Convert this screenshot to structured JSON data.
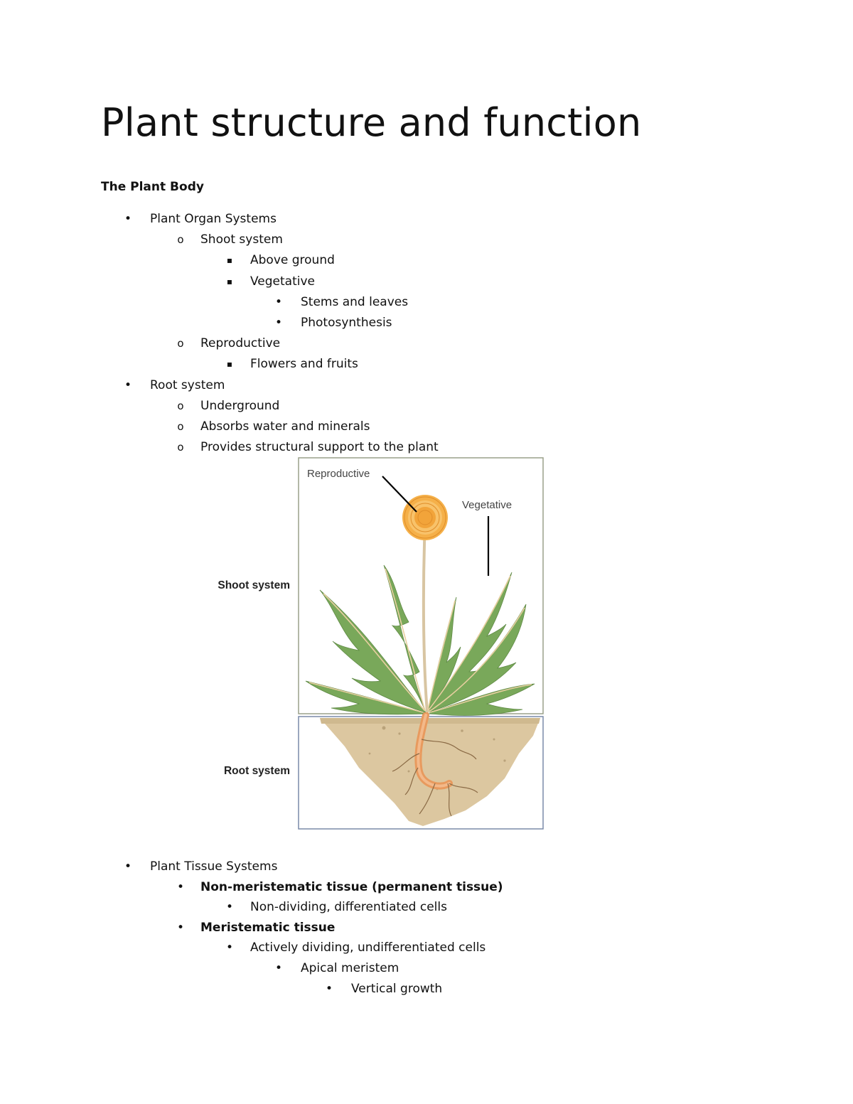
{
  "document": {
    "title": "Plant structure and function",
    "section_heading": "The Plant Body",
    "outline_part1": [
      {
        "level": 1,
        "marker": "•",
        "text": "Plant Organ Systems"
      },
      {
        "level": 2,
        "marker": "o",
        "text": "Shoot system"
      },
      {
        "level": 3,
        "marker": "▪",
        "text": "Above ground"
      },
      {
        "level": 3,
        "marker": "▪",
        "text": "Vegetative"
      },
      {
        "level": 4,
        "marker": "•",
        "text": "Stems and leaves"
      },
      {
        "level": 4,
        "marker": "•",
        "text": "Photosynthesis"
      },
      {
        "level": 2,
        "marker": "o",
        "text": "Reproductive"
      },
      {
        "level": 3,
        "marker": "▪",
        "text": "Flowers and fruits"
      },
      {
        "level": 1,
        "marker": "•",
        "text": "Root system"
      },
      {
        "level": 2,
        "marker": "o",
        "text": "Underground"
      },
      {
        "level": 2,
        "marker": "o",
        "text": "Absorbs water and minerals"
      },
      {
        "level": 2,
        "marker": "o",
        "text": "Provides structural support to the plant"
      }
    ],
    "outline_part2": [
      {
        "level": 1,
        "marker": "•",
        "text": "Plant Tissue Systems",
        "bold": false
      },
      {
        "level": 2,
        "marker": "•",
        "text": "Non-meristematic tissue (permanent tissue)",
        "bold": true
      },
      {
        "level": 3,
        "marker": "•",
        "text": "Non-dividing, differentiated cells",
        "bold": false
      },
      {
        "level": 2,
        "marker": "•",
        "text": "Meristematic tissue",
        "bold": true
      },
      {
        "level": 3,
        "marker": "•",
        "text": "Actively dividing, undifferentiated cells",
        "bold": false
      },
      {
        "level": 4,
        "marker": "•",
        "text": "Apical meristem",
        "bold": false
      },
      {
        "level": 5,
        "marker": "•",
        "text": "Vertical growth",
        "bold": false
      }
    ]
  },
  "figure": {
    "label_reproductive": "Reproductive",
    "label_vegetative": "Vegetative",
    "label_shoot_system": "Shoot system",
    "label_root_system": "Root system",
    "colors": {
      "leaf": "#79a85a",
      "leaf_vein": "#e8cfa0",
      "flower": "#f5b049",
      "soil": "#dcc7a0",
      "root": "#e89a5e",
      "shoot_frame": "#9aa08a",
      "root_frame": "#7a8aa8"
    }
  }
}
